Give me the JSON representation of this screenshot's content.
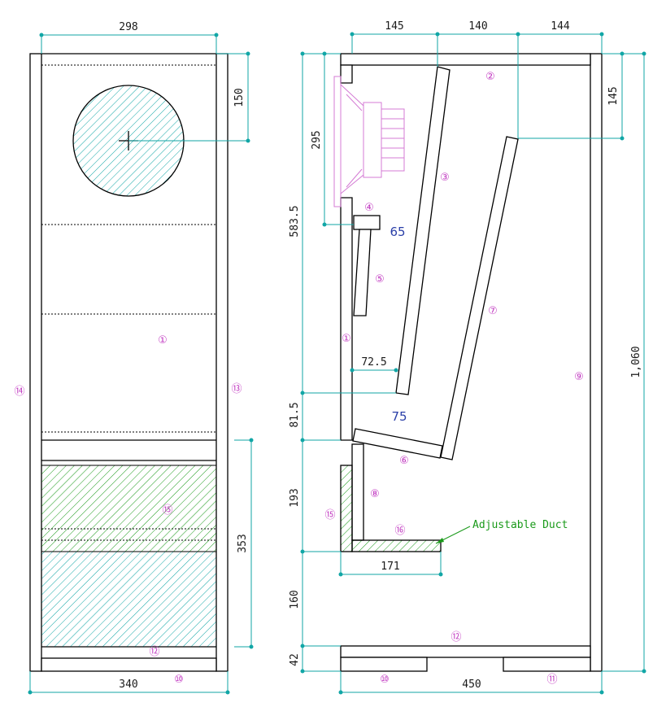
{
  "front_view": {
    "dims": {
      "top_width": "298",
      "driver_offset": "150",
      "port_height": "353",
      "bottom_width": "340"
    },
    "parts": {
      "p1": "①",
      "p13": "⑬",
      "p14": "⑭",
      "p15": "⑮",
      "p12": "⑫",
      "p10": "⑩"
    }
  },
  "side_view": {
    "dims": {
      "top_a": "145",
      "top_b": "140",
      "top_c": "144",
      "right_145": "145",
      "height_1060": "1,060",
      "h_295": "295",
      "h_583_5": "583.5",
      "h_81_5": "81.5",
      "h_193": "193",
      "h_160": "160",
      "h_42": "42",
      "w_72_5": "72.5",
      "w_171": "171",
      "w_450": "450"
    },
    "labels": {
      "l65": "65",
      "l75": "75"
    },
    "parts": {
      "p2": "②",
      "p3": "③",
      "p4": "④",
      "p5": "⑤",
      "p1": "①",
      "p7": "⑦",
      "p9": "⑨",
      "p6": "⑥",
      "p8": "⑧",
      "p15": "⑮",
      "p16": "⑯",
      "p12": "⑫",
      "p10": "⑩",
      "p11": "⑪"
    },
    "annotation": "Adjustable Duct"
  },
  "colors": {
    "line": "#000000",
    "dimension": "#11a6a6",
    "part_number": "#c23bc2",
    "hatch_blue": "#11a6a6",
    "hatch_green": "#1a9a1a",
    "label_blue": "#2a3fa8"
  }
}
